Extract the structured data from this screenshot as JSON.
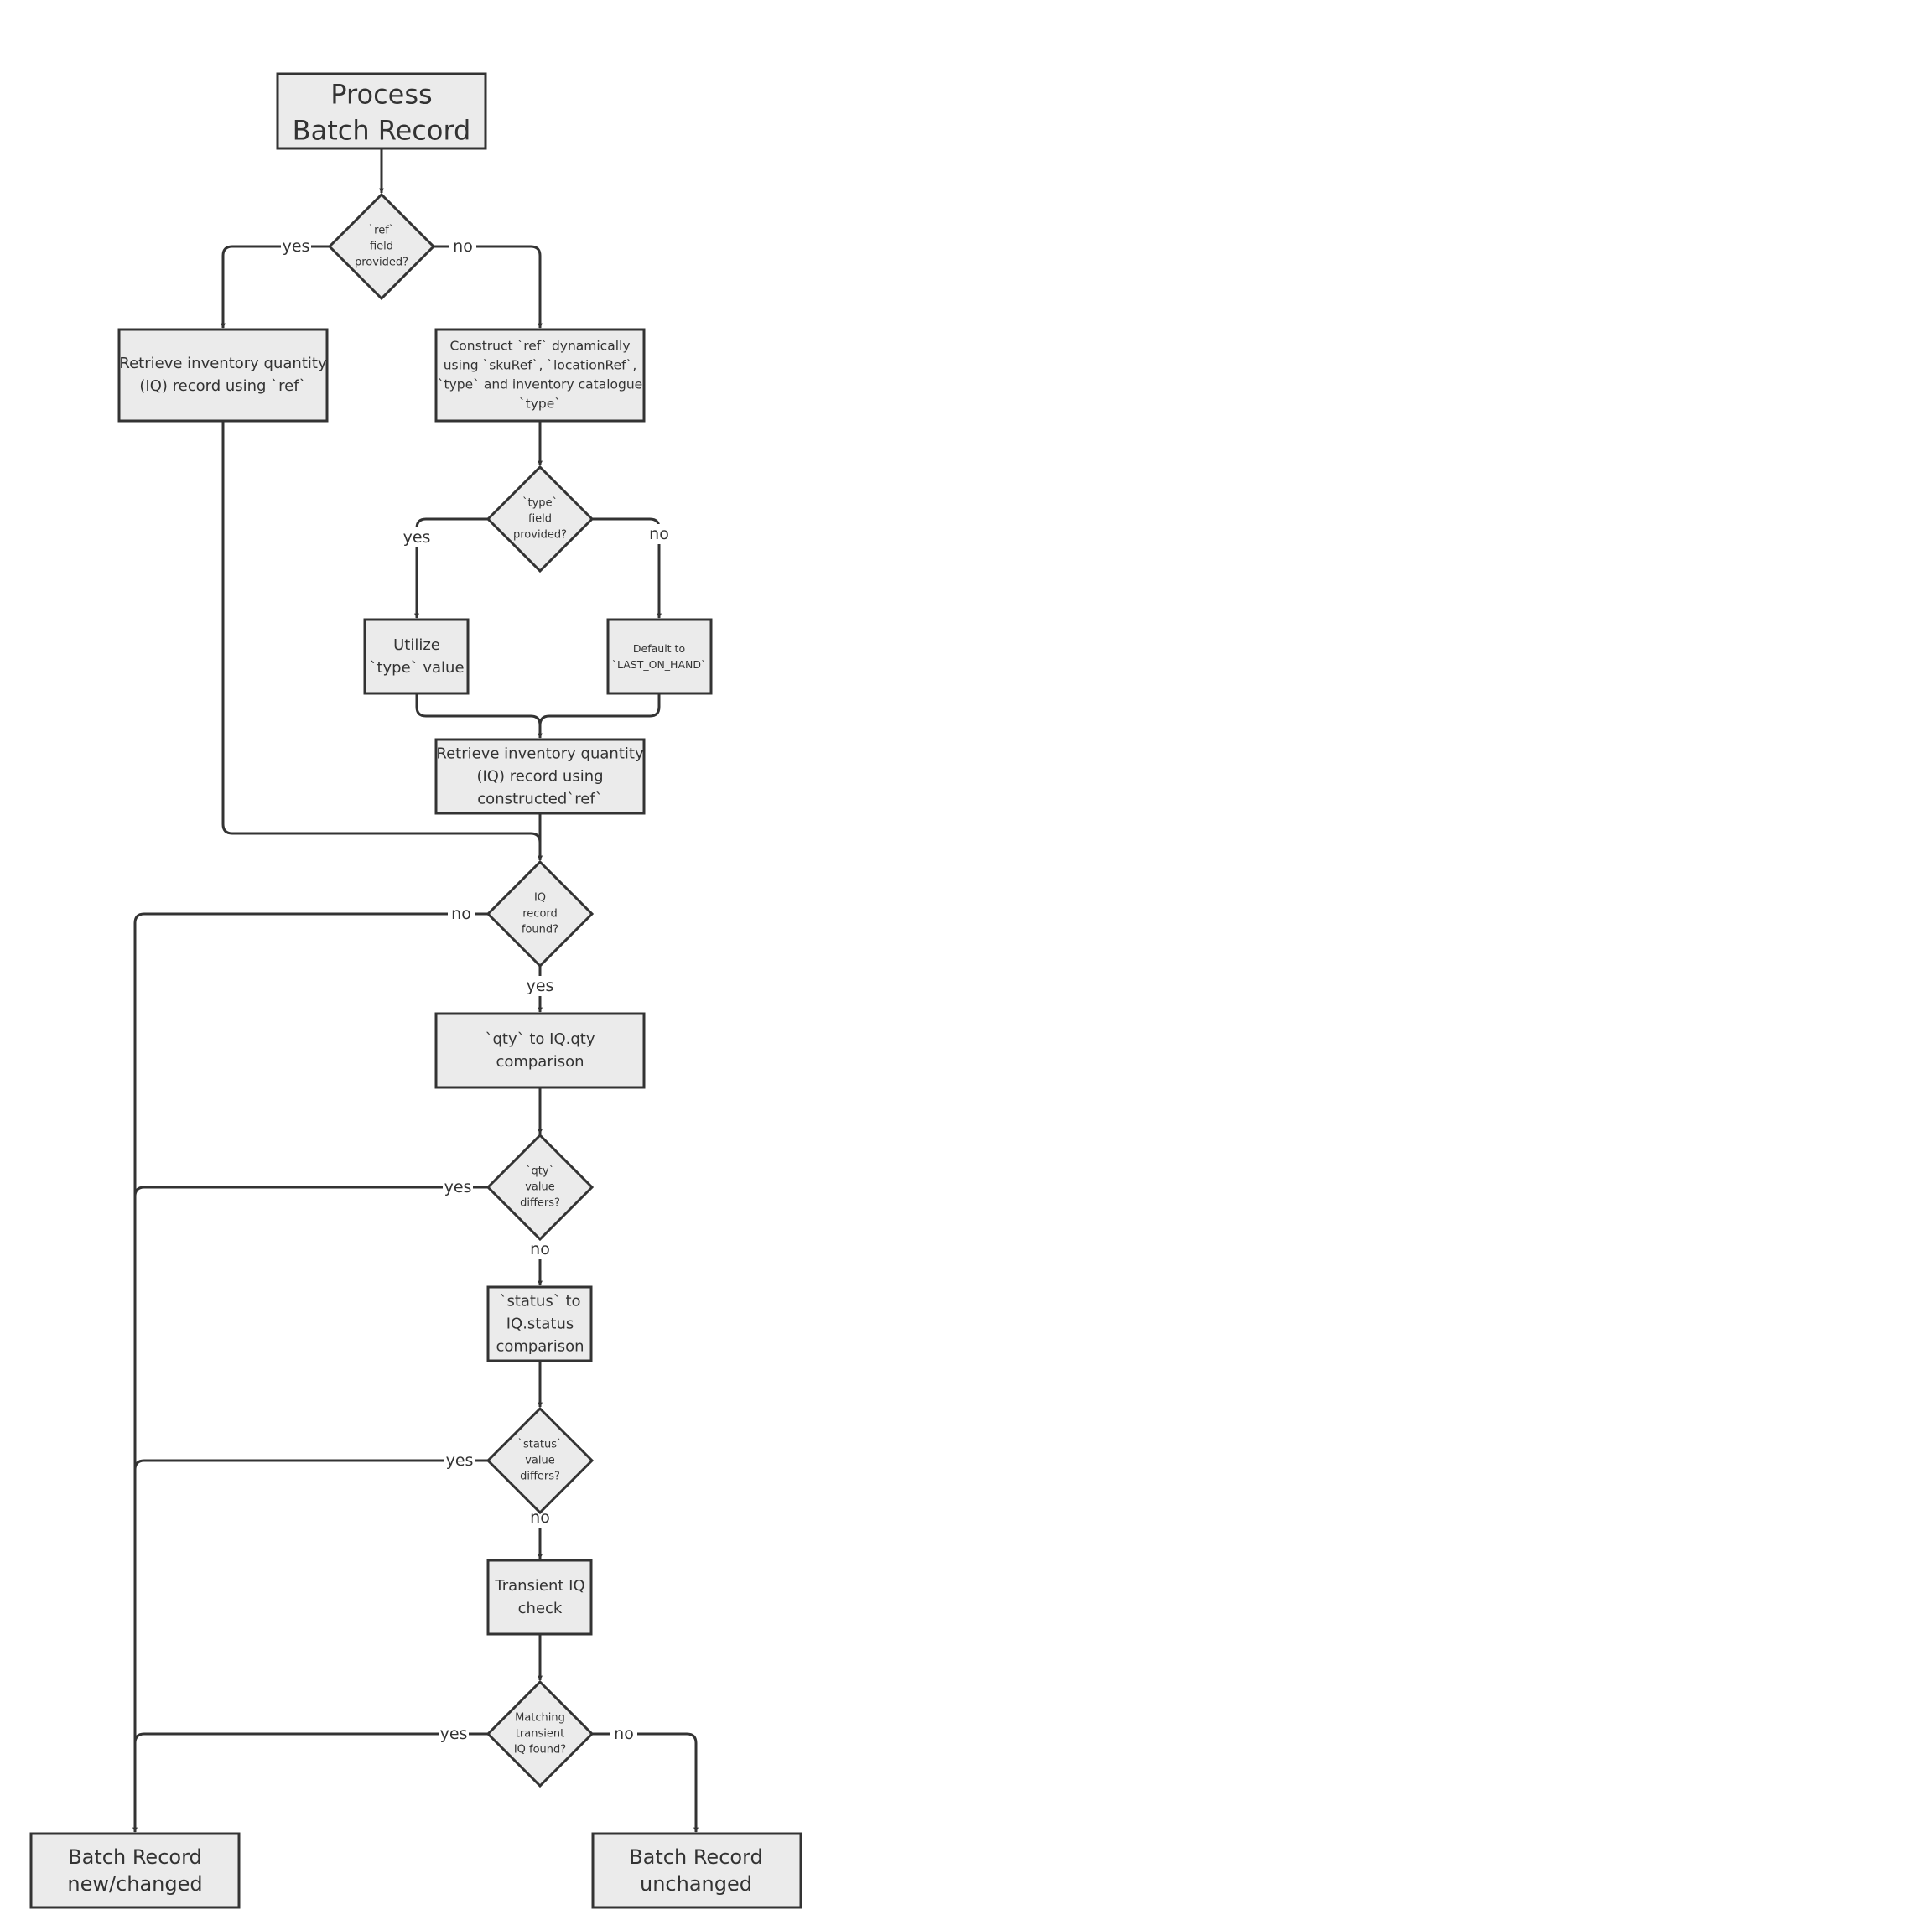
{
  "colors": {
    "node_fill": "#ebebeb",
    "stroke": "#333333",
    "text": "#333333",
    "background": "#ffffff"
  },
  "nodes": {
    "start": {
      "lines": [
        "Process",
        "Batch Record"
      ]
    },
    "ref_decision": {
      "lines": [
        "`ref`",
        "field",
        "provided?"
      ]
    },
    "retrieve_ref": {
      "lines": [
        "Retrieve inventory quantity",
        "(IQ) record using `ref`"
      ]
    },
    "construct_ref": {
      "lines": [
        "Construct `ref` dynamically",
        "using `skuRef`, `locationRef`,",
        "`type` and inventory catalogue",
        "`type`"
      ]
    },
    "type_decision": {
      "lines": [
        "`type`",
        "field",
        "provided?"
      ]
    },
    "utilize_type": {
      "lines": [
        "Utilize",
        "`type` value"
      ]
    },
    "default_type": {
      "lines": [
        "Default to",
        "`LAST_ON_HAND`"
      ]
    },
    "retrieve_constructed": {
      "lines": [
        "Retrieve inventory quantity",
        "(IQ) record using",
        "constructed`ref`"
      ]
    },
    "iq_found": {
      "lines": [
        "IQ",
        "record",
        "found?"
      ]
    },
    "qty_compare": {
      "lines": [
        "`qty` to IQ.qty",
        "comparison"
      ]
    },
    "qty_differs": {
      "lines": [
        "`qty`",
        "value",
        "differs?"
      ]
    },
    "status_compare": {
      "lines": [
        "`status` to",
        "IQ.status",
        "comparison"
      ]
    },
    "status_differs": {
      "lines": [
        "`status`",
        "value",
        "differs?"
      ]
    },
    "transient_check": {
      "lines": [
        "Transient IQ",
        "check"
      ]
    },
    "transient_match": {
      "lines": [
        "Matching",
        "transient",
        "IQ found?"
      ]
    },
    "end_changed": {
      "lines": [
        "Batch Record",
        "new/changed"
      ]
    },
    "end_unchanged": {
      "lines": [
        "Batch Record",
        "unchanged"
      ]
    }
  },
  "edge_labels": {
    "ref_yes": "yes",
    "ref_no": "no",
    "type_yes": "yes",
    "type_no": "no",
    "found_no": "no",
    "found_yes": "yes",
    "qty_yes": "yes",
    "qty_no": "no",
    "status_yes": "yes",
    "status_no": "no",
    "transient_yes": "yes",
    "transient_no": "no"
  }
}
